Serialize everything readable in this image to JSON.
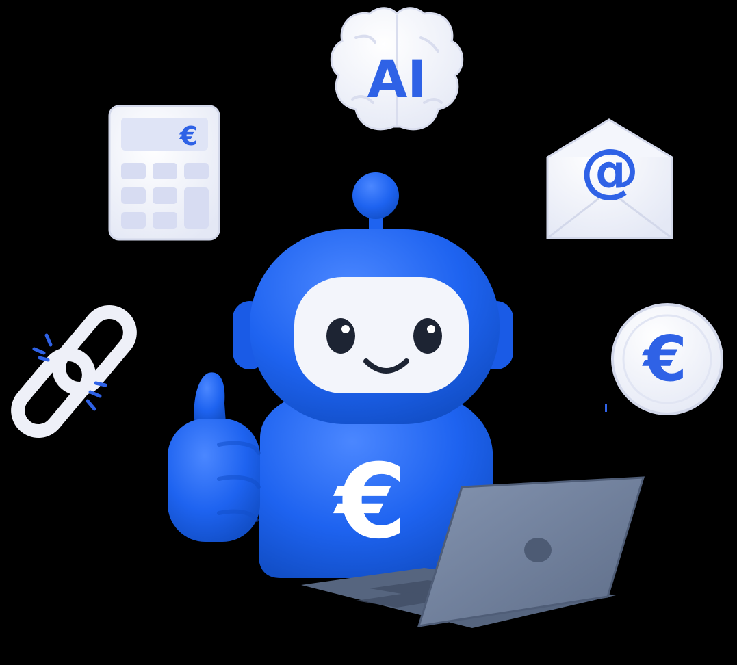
{
  "scene": {
    "background": "#000000",
    "colors": {
      "robot_blue": "#1e63f0",
      "robot_blue_light": "#4b87ff",
      "robot_blue_dark": "#124fc8",
      "accent_blue": "#2f62e6",
      "tile": "#eef0f8",
      "tile_shadow": "#cdd2e6",
      "key": "#d7dcf2",
      "laptop": "#6f7f9b",
      "laptop_dark": "#56657f"
    },
    "icons": [
      {
        "name": "brain-icon",
        "text": "AI"
      },
      {
        "name": "calculator-icon",
        "text": "€"
      },
      {
        "name": "email-envelope-icon",
        "text": "@"
      },
      {
        "name": "broken-chain-link-icon",
        "text": ""
      },
      {
        "name": "euro-coin-icon",
        "text": "€"
      }
    ],
    "robot": {
      "name": "robot-mascot",
      "chest_symbol": "€",
      "gesture": "thumbs-up"
    },
    "device": {
      "name": "laptop-icon"
    }
  }
}
